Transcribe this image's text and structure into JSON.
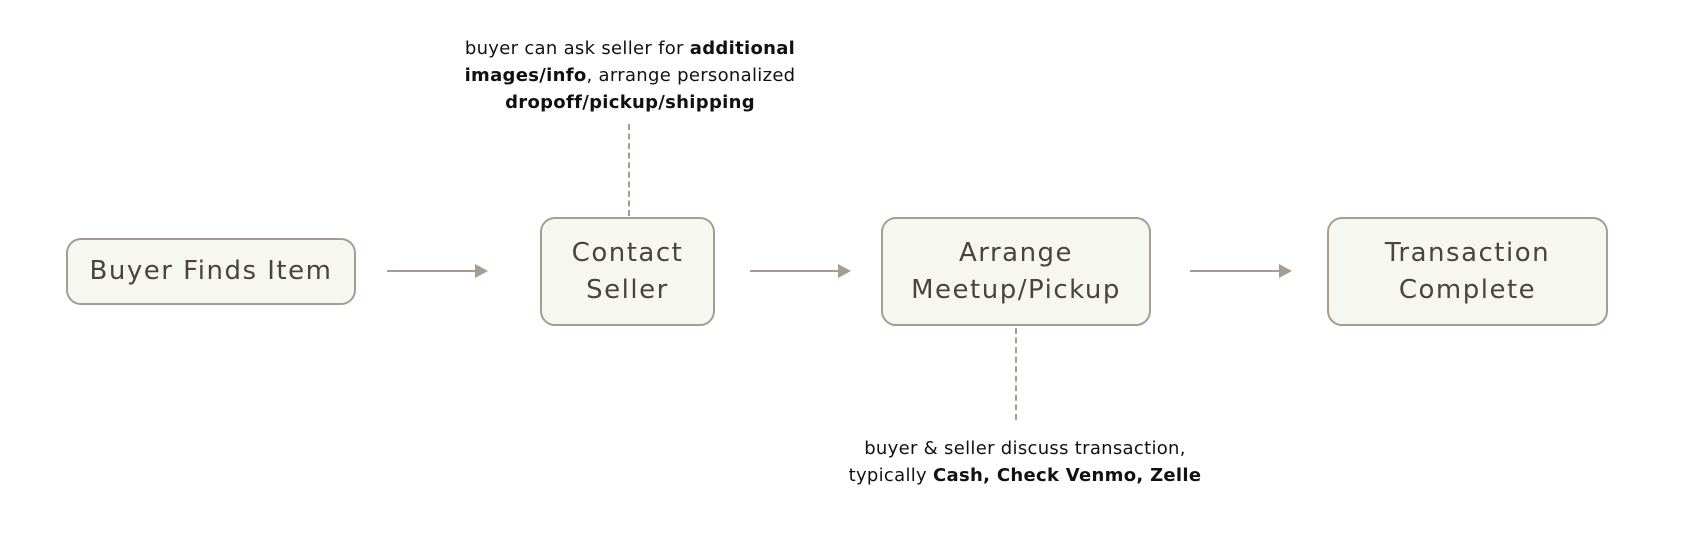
{
  "nodes": {
    "buyer_finds_item": {
      "lines": [
        "Buyer Finds Item"
      ]
    },
    "contact_seller": {
      "lines": [
        "Contact",
        "Seller"
      ]
    },
    "arrange_meetup": {
      "lines": [
        "Arrange",
        "Meetup/Pickup"
      ]
    },
    "transaction_complete": {
      "lines": [
        "Transaction",
        "Complete"
      ]
    }
  },
  "notes": {
    "contact_seller_note": {
      "line1_plain": "buyer can ask seller for ",
      "line1_bold": "additional",
      "line2_bold": "images/info",
      "line2_plain": ", arrange personalized",
      "line3_bold": "dropoff/pickup/shipping"
    },
    "arrange_meetup_note": {
      "line1_plain": "buyer & seller discuss transaction,",
      "line2_plain": "typically ",
      "line2_bold": "Cash, Check Venmo, Zelle"
    }
  },
  "colors": {
    "box_fill": "#f7f7f2",
    "box_border": "#a59d92",
    "box_text": "#4a443c",
    "connector": "#a59d92",
    "note_text": "#111111"
  }
}
